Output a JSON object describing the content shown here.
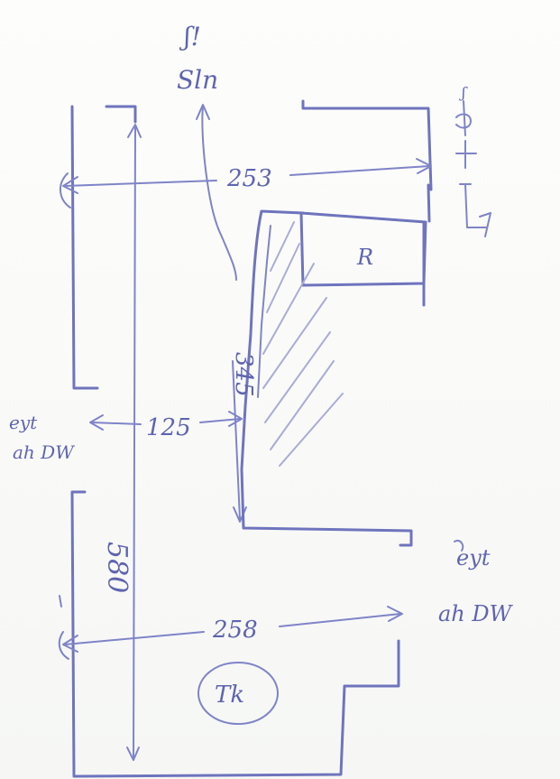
{
  "labels": {
    "top_left_code": "ʃ!",
    "top_left_sub": "Sln",
    "top_right_code": "ʃ",
    "width_top": "253",
    "box_letter": "R",
    "height_mid": "345",
    "gap_width": "125",
    "side_left_1": "eyt",
    "side_left_2": "ah DW",
    "side_right_1": "eyt",
    "side_right_2": "ah DW",
    "height_low": "580",
    "width_bottom": "258",
    "circled": "Tk"
  },
  "colors": {
    "ink": "#6f74bd",
    "hatch": "#a9acd8",
    "paper": "#fbfbf9"
  }
}
